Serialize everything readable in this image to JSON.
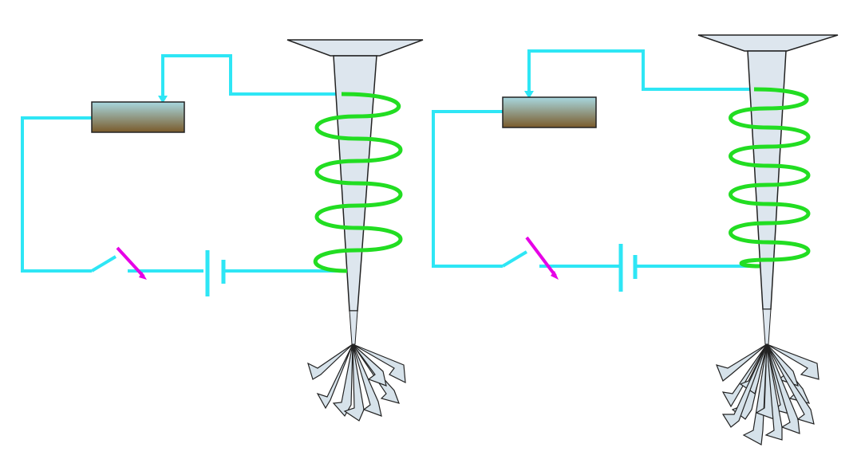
{
  "diagram": {
    "background": "#ffffff",
    "colors": {
      "wire": "#2ee6f5",
      "coil": "#22dd22",
      "switch_lever": "#e600e6",
      "core_fill": "#dde6ee",
      "core_stroke": "#222222",
      "box_top": "#a8d8e0",
      "box_bottom": "#7a5a2a",
      "nail_fill": "#d6e2ea",
      "nail_stroke": "#222222"
    },
    "panels": [
      {
        "name": "left-apparatus",
        "coil_turns": 7,
        "nails_attracted": 8
      },
      {
        "name": "right-apparatus",
        "coil_turns": 9,
        "nails_attracted": 14
      }
    ]
  }
}
